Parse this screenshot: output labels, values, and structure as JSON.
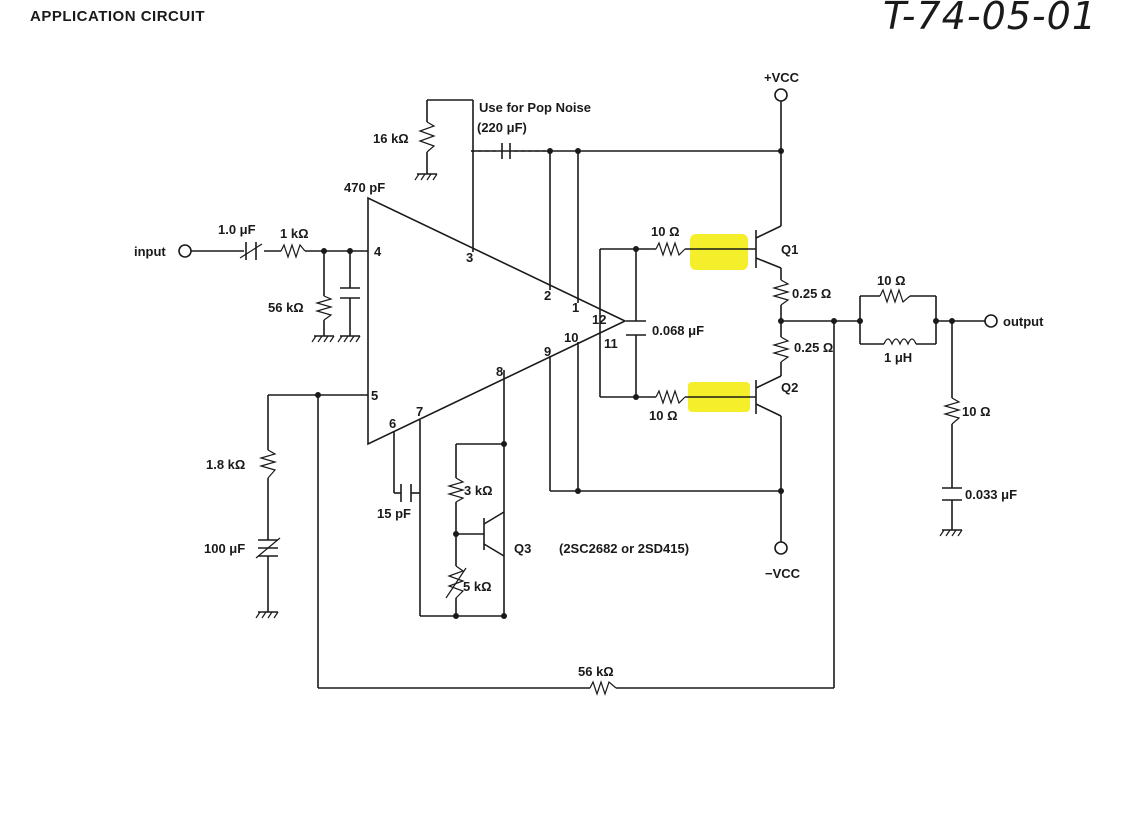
{
  "header": {
    "title": "APPLICATION CIRCUIT",
    "document_code": "T-74-05-01"
  },
  "nodes": {
    "input": "input",
    "output": "output",
    "vcc_pos": "+VCC",
    "vcc_neg": "−VCC"
  },
  "amp_pins": [
    "1",
    "2",
    "3",
    "4",
    "5",
    "6",
    "7",
    "8",
    "9",
    "10",
    "11",
    "12"
  ],
  "components": {
    "pop_noise_note": "Use for Pop Noise",
    "pop_noise_cap": "(220 μF)",
    "r_pop": "16 kΩ",
    "c_comp": "470 pF",
    "c_in": "1.0 μF",
    "r_in": "1 kΩ",
    "r_in_gnd": "56 kΩ",
    "r_q1_base": "10 Ω",
    "r_q2_base": "10 Ω",
    "c_bias": "0.068 μF",
    "re1": "0.25 Ω",
    "re2": "0.25 Ω",
    "r_out": "10 Ω",
    "l_out": "1 μH",
    "r_zobel": "10 Ω",
    "c_zobel": "0.033 μF",
    "r_nf_gnd": "1.8 kΩ",
    "c_nf": "100 μF",
    "c_15p": "15 pF",
    "r_3k": "3 kΩ",
    "r_5k": "5 kΩ",
    "r_feedback": "56 kΩ",
    "q1": "Q1",
    "q2": "Q2",
    "q3": "Q3",
    "q3_parts": "(2SC2682 or 2SD415)"
  },
  "highlight_color": "#f5ee2a"
}
